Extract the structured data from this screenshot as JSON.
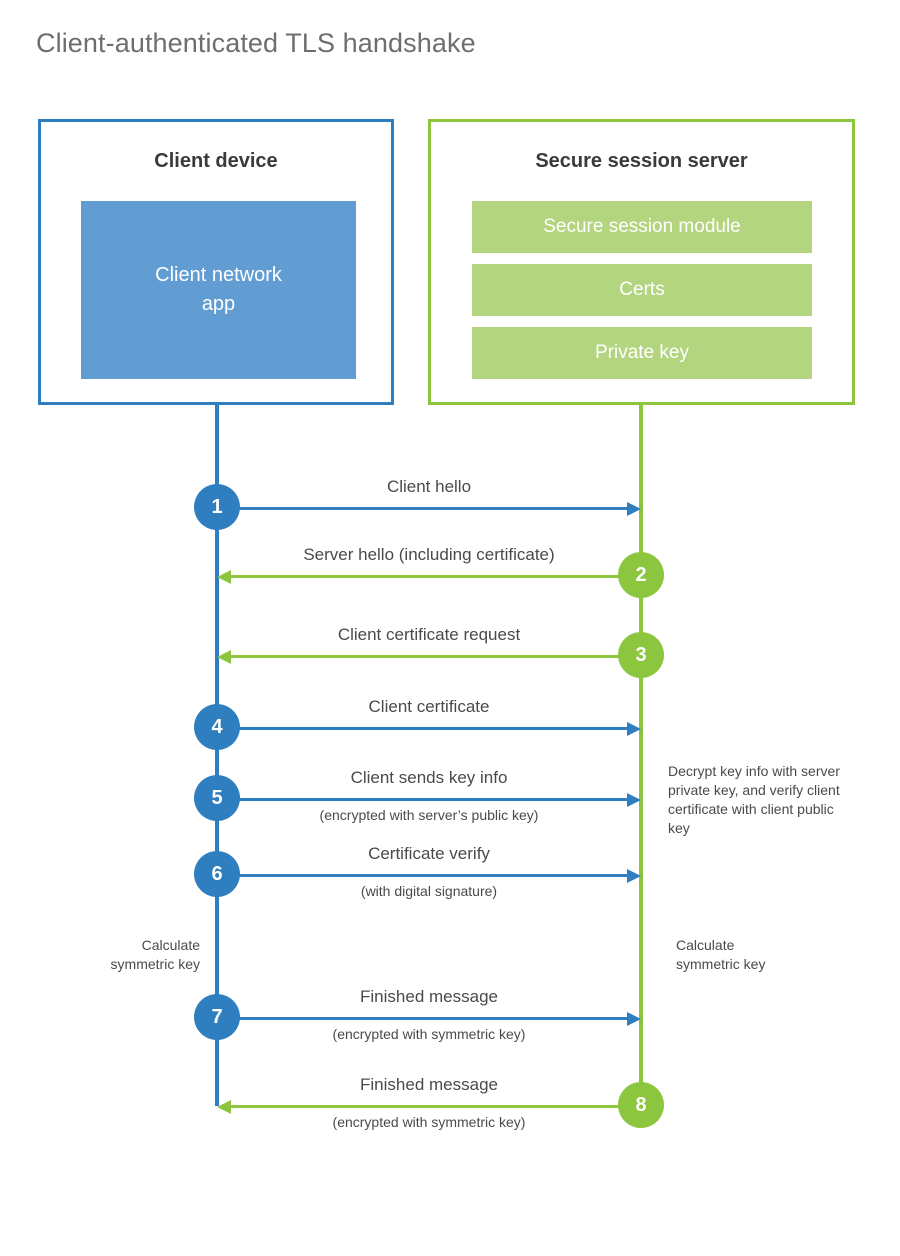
{
  "title": "Client-authenticated TLS handshake",
  "colors": {
    "client_blue": "#2e7ec0",
    "client_app_fill": "#619dd2",
    "server_green": "#8cc63f",
    "server_bar_fill": "#b3d57f",
    "text_gray": "#4a4a4a",
    "title_gray": "#6e6e6e"
  },
  "client": {
    "title": "Client device",
    "app_label": "Client network\napp"
  },
  "server": {
    "title": "Secure session server",
    "bars": [
      "Secure session module",
      "Certs",
      "Private key"
    ]
  },
  "messages": [
    {
      "step": "1",
      "direction": "client-to-server",
      "label": "Client hello",
      "sublabel": ""
    },
    {
      "step": "2",
      "direction": "server-to-client",
      "label": "Server hello (including certificate)",
      "sublabel": ""
    },
    {
      "step": "3",
      "direction": "server-to-client",
      "label": "Client certificate request",
      "sublabel": ""
    },
    {
      "step": "4",
      "direction": "client-to-server",
      "label": "Client certificate",
      "sublabel": ""
    },
    {
      "step": "5",
      "direction": "client-to-server",
      "label": "Client sends key info",
      "sublabel": "(encrypted with server’s public key)"
    },
    {
      "step": "6",
      "direction": "client-to-server",
      "label": "Certificate verify",
      "sublabel": "(with digital signature)"
    },
    {
      "step": "7",
      "direction": "client-to-server",
      "label": "Finished message",
      "sublabel": "(encrypted with symmetric key)"
    },
    {
      "step": "8",
      "direction": "server-to-client",
      "label": "Finished message",
      "sublabel": "(encrypted with symmetric key)"
    }
  ],
  "notes": {
    "server_decrypt": "Decrypt key info with server private key, and verify client certificate with client public key",
    "client_symmetric": "Calculate\nsymmetric key",
    "server_symmetric": "Calculate\nsymmetric key"
  }
}
